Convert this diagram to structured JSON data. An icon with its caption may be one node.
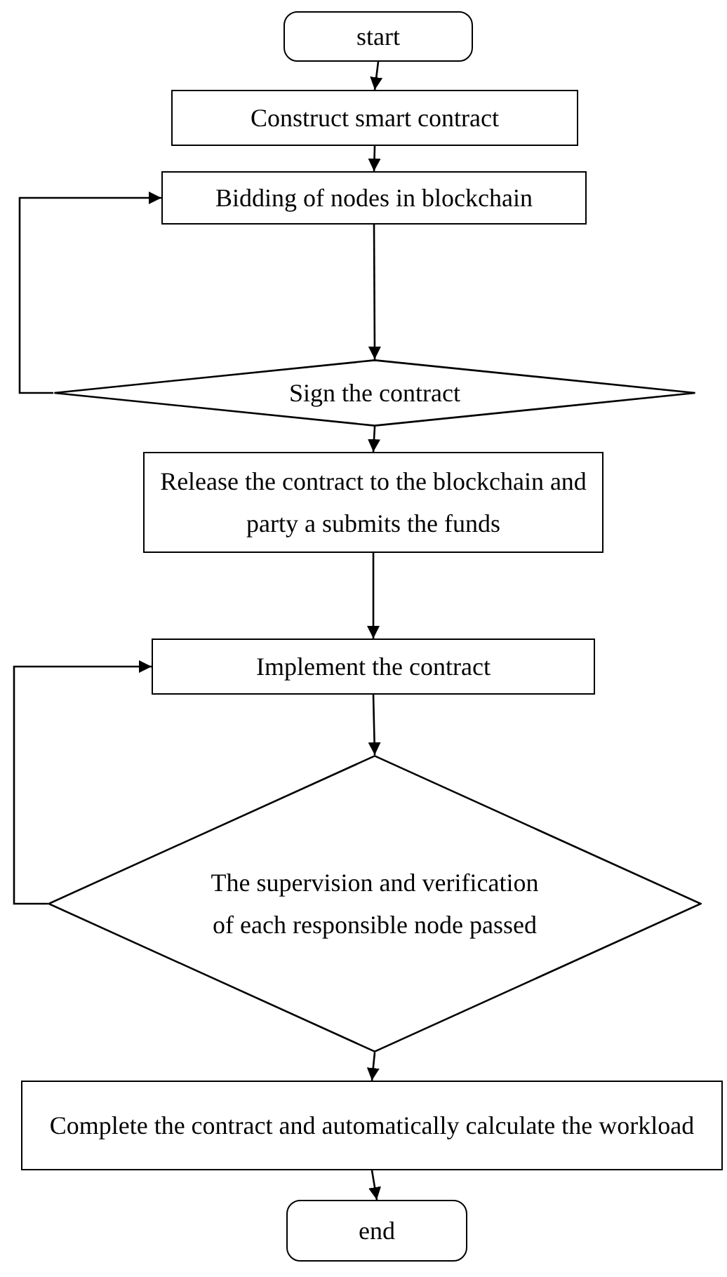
{
  "diagram": {
    "nodes": [
      {
        "text": [
          "start"
        ]
      },
      {
        "text": [
          "Construct smart contract"
        ]
      },
      {
        "text": [
          "Bidding of nodes in blockchain"
        ]
      },
      {
        "text": [
          "Sign the contract"
        ]
      },
      {
        "text": [
          "Release the contract to the blockchain and party a submits the funds"
        ]
      },
      {
        "text": [
          "Implement the contract"
        ]
      },
      {
        "text": [
          "The supervision and verification of each responsible node passed"
        ]
      },
      {
        "text": [
          "Complete the contract and automatically calculate the workload"
        ]
      },
      {
        "text": [
          "end"
        ]
      }
    ],
    "edges": [
      {
        "from": 0,
        "to": 1,
        "arrow": "to"
      },
      {
        "from": 1,
        "to": 2,
        "arrow": "to"
      },
      {
        "from": 2,
        "to": 3,
        "arrow": "to"
      },
      {
        "from": 3,
        "to": 2,
        "arrow": "to"
      },
      {
        "from": 3,
        "to": 4,
        "arrow": "to"
      },
      {
        "from": 4,
        "to": 5,
        "arrow": "to"
      },
      {
        "from": 5,
        "to": 6,
        "arrow": "to"
      },
      {
        "from": 6,
        "to": 5,
        "arrow": "to"
      },
      {
        "from": 6,
        "to": 7,
        "arrow": "to"
      },
      {
        "from": 7,
        "to": 8,
        "arrow": "to"
      }
    ]
  }
}
